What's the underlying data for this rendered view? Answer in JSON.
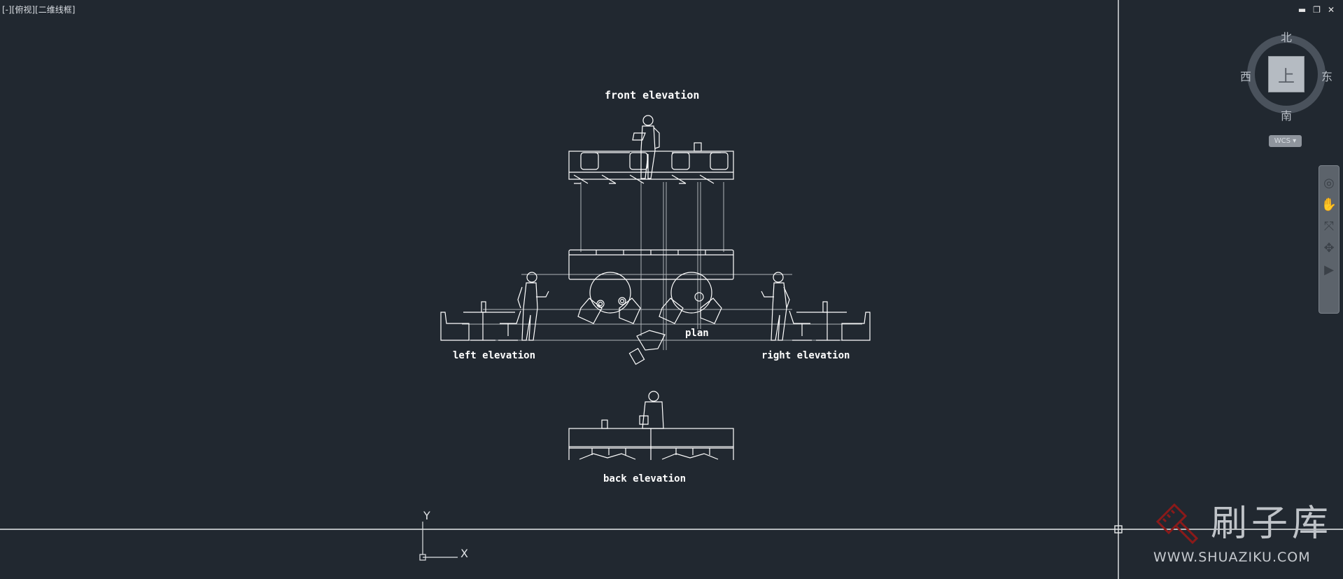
{
  "viewport": {
    "label": "[-][俯视][二维线框]"
  },
  "window_controls": {
    "minimize": "▬",
    "restore": "❐",
    "close": "✕"
  },
  "viewcube": {
    "north": "北",
    "south": "南",
    "east": "东",
    "west": "西",
    "face": "上",
    "wcs_label": "WCS ▾"
  },
  "navbar": {
    "items": [
      {
        "icon": "steering-wheel-icon",
        "glyph": "◎"
      },
      {
        "icon": "pan-hand-icon",
        "glyph": "✋"
      },
      {
        "icon": "zoom-extents-icon",
        "glyph": "⤧"
      },
      {
        "icon": "orbit-icon",
        "glyph": "✥"
      },
      {
        "icon": "showmotion-icon",
        "glyph": "▶"
      }
    ]
  },
  "drawing": {
    "labels": {
      "front": "front elevation",
      "plan": "plan",
      "left": "left elevation",
      "right": "right elevation",
      "back": "back elevation"
    },
    "colors": {
      "background": "#212830",
      "lines": "#ffffff",
      "projection_lines": "#c8ccd0"
    }
  },
  "ucs": {
    "x_label": "X",
    "y_label": "Y"
  },
  "watermark": {
    "name_cn": "刷子库",
    "url": "WWW.SHUAZIKU.COM",
    "accent": "#8b1a1a"
  }
}
